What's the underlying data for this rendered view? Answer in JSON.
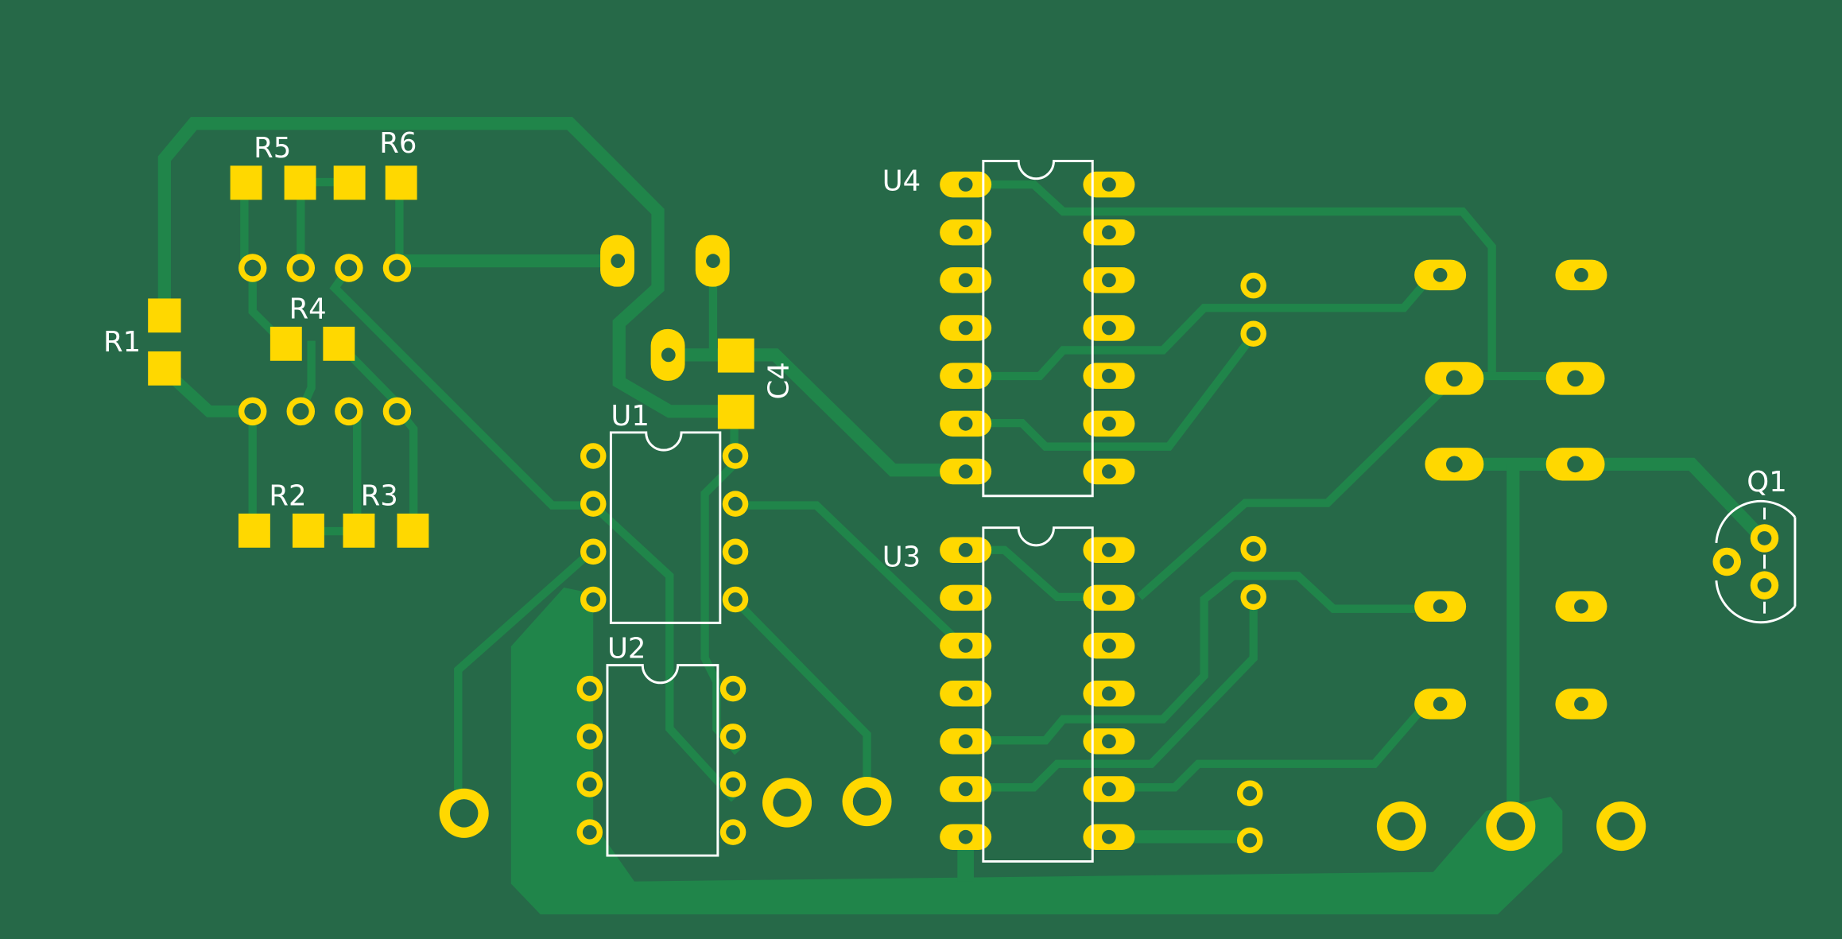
{
  "board": {
    "colors": {
      "substrate": "#266948",
      "copper": "#20854a",
      "pad": "#ffd800",
      "silkscreen": "#ffffff"
    },
    "components": [
      {
        "ref": "R1",
        "type": "smd-resistor"
      },
      {
        "ref": "R2",
        "type": "smd-resistor"
      },
      {
        "ref": "R3",
        "type": "smd-resistor"
      },
      {
        "ref": "R4",
        "type": "smd-resistor"
      },
      {
        "ref": "R5",
        "type": "smd-resistor"
      },
      {
        "ref": "R6",
        "type": "smd-resistor"
      },
      {
        "ref": "C4",
        "type": "smd-capacitor"
      },
      {
        "ref": "U1",
        "type": "DIP-8"
      },
      {
        "ref": "U2",
        "type": "DIP-8"
      },
      {
        "ref": "U3",
        "type": "DIP-14"
      },
      {
        "ref": "U4",
        "type": "DIP-14"
      },
      {
        "ref": "Q1",
        "type": "TO-92"
      }
    ],
    "labels": {
      "R1": "R1",
      "R2": "R2",
      "R3": "R3",
      "R4": "R4",
      "R5": "R5",
      "R6": "R6",
      "C4": "C4",
      "U1": "U1",
      "U2": "U2",
      "U3": "U3",
      "U4": "U4",
      "Q1": "Q1"
    }
  }
}
